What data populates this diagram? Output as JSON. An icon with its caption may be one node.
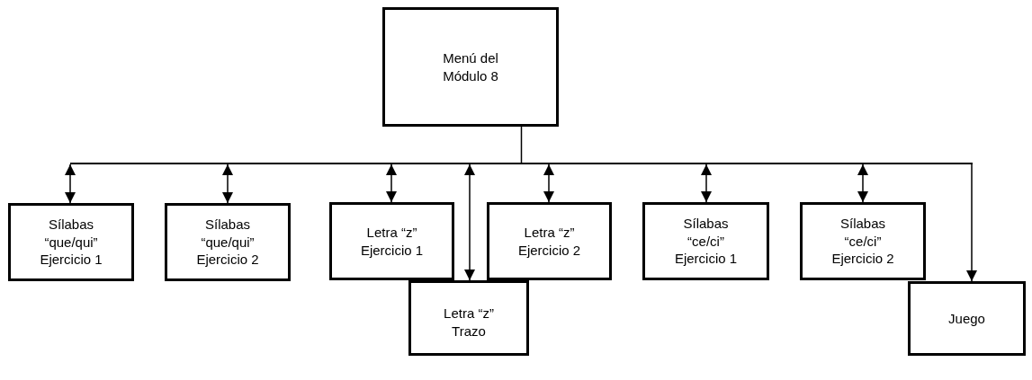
{
  "diagram": {
    "nodes": [
      {
        "text": [
          "Menú del Módulo 8"
        ]
      },
      {
        "text": [],
        "shape": "bar"
      },
      {
        "text": [
          "Sílabas “que/qui” Ejercicio 1"
        ]
      },
      {
        "text": [
          "Sílabas “que/qui” Ejercicio 2"
        ]
      },
      {
        "text": [
          "Letra “z” Ejercicio 1"
        ]
      },
      {
        "text": [
          "Letra “z” Trazo"
        ]
      },
      {
        "text": [
          "Letra “z” Ejercicio 2"
        ]
      },
      {
        "text": [
          "Sílabas “ce/ci” Ejercicio 1"
        ]
      },
      {
        "text": [
          "Sílabas “ce/ci” Ejercicio 2"
        ]
      },
      {
        "text": [
          "Juego"
        ]
      }
    ],
    "edges": [
      {
        "from": 0,
        "to": 1,
        "arrow": "none"
      },
      {
        "from": 1,
        "to": 2,
        "arrow": "both"
      },
      {
        "from": 1,
        "to": 3,
        "arrow": "both"
      },
      {
        "from": 1,
        "to": 4,
        "arrow": "both"
      },
      {
        "from": 1,
        "to": 5,
        "arrow": "both"
      },
      {
        "from": 1,
        "to": 6,
        "arrow": "both"
      },
      {
        "from": 1,
        "to": 7,
        "arrow": "both"
      },
      {
        "from": 1,
        "to": 8,
        "arrow": "both"
      },
      {
        "from": 1,
        "to": 9,
        "arrow": "to"
      }
    ]
  }
}
